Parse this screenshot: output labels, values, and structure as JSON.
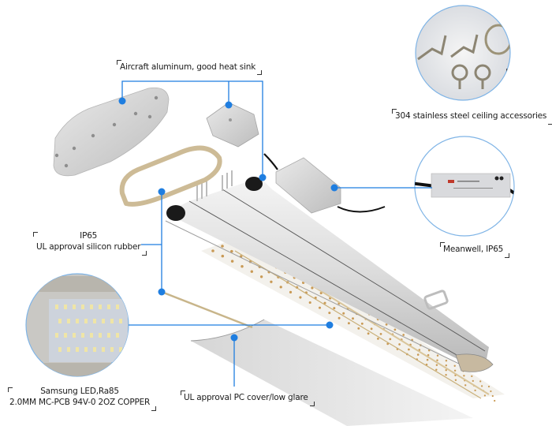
{
  "diagram": {
    "subject": "LED linear high bay light - exploded view",
    "accent_color": "#1f7ee0",
    "callouts": [
      {
        "id": "heat-sink",
        "lines": [
          "Aircraft aluminum,   good heat sink"
        ]
      },
      {
        "id": "accessories",
        "lines": [
          "304 stainless steel ceiling accessories"
        ]
      },
      {
        "id": "driver",
        "lines": [
          "Meanwell, IP65"
        ]
      },
      {
        "id": "gasket",
        "lines": [
          "IP65",
          "UL approval silicon rubber"
        ]
      },
      {
        "id": "led-board",
        "lines": [
          "Samsung LED,Ra85",
          "2.0MM  MC-PCB   94V-0   2OZ COPPER"
        ]
      },
      {
        "id": "pc-cover",
        "lines": [
          "UL approval PC cover/low glare"
        ]
      }
    ],
    "insets": [
      {
        "id": "accessories-photo",
        "depicts": "stainless steel brackets, eye bolts, wire coil, set screw"
      },
      {
        "id": "driver-photo",
        "depicts": "Meanwell LED driver"
      },
      {
        "id": "led-board-photo",
        "depicts": "close-up of LED PCB"
      }
    ]
  }
}
